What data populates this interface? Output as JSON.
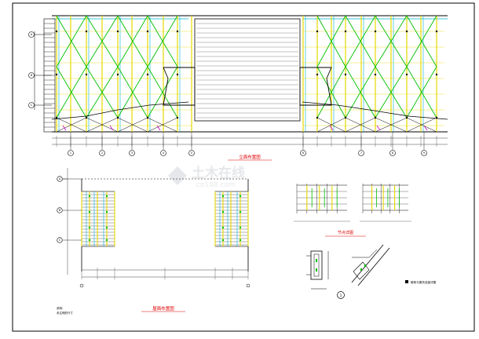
{
  "drawing": {
    "top_title": "立面布置图",
    "top_dim_total": "",
    "bottom_title": "屋面布置图",
    "bottom_dim_total": "",
    "detail_title": "节点详图",
    "detail_note": "檩条与檩托连接详图",
    "detail_circle_label": "1",
    "notes": [
      "说明：",
      "未注明的尺寸"
    ],
    "watermark_main": "土木在线",
    "watermark_sub": "co188.com",
    "axis_left": [
      "A",
      "B",
      "C"
    ],
    "axis_bottom": [
      "1",
      "2",
      "3",
      "4",
      "5",
      "6",
      "7",
      "8",
      "9"
    ],
    "plan_axis_left": [
      "A",
      "B",
      "C"
    ]
  },
  "colors": {
    "border": "#000000",
    "column_yellow": "#e6d800",
    "brace_green": "#00c000",
    "cyan": "#00b4d8",
    "magenta": "#d000d0",
    "roof_gray": "#888888",
    "title_red": "#e00000",
    "dim_line": "#444444",
    "watermark": "#d0d4da"
  }
}
